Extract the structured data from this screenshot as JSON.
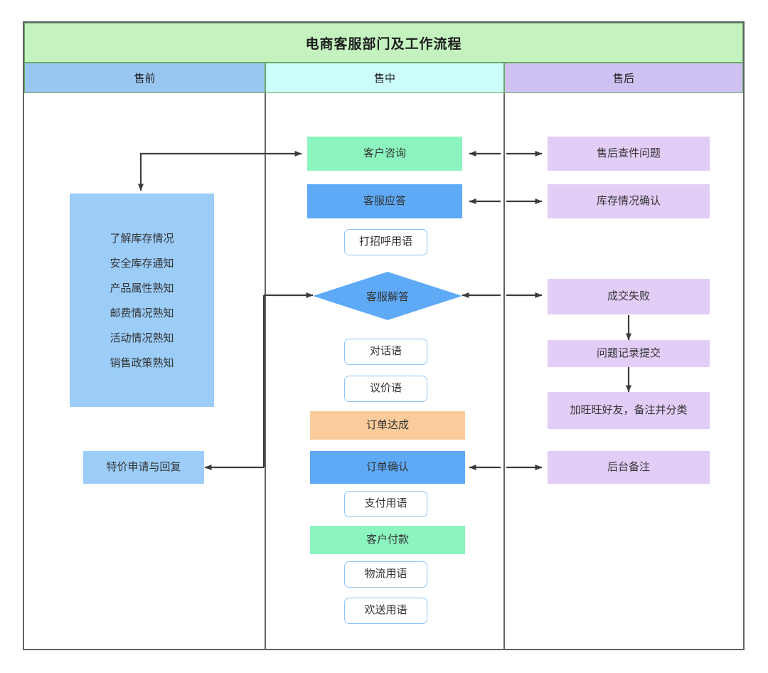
{
  "diagram": {
    "title": "电商客服部门及工作流程",
    "lanes": [
      {
        "id": "pre",
        "label": "售前",
        "color": "#9ac7f2"
      },
      {
        "id": "mid",
        "label": "售中",
        "color": "#ccfdfb"
      },
      {
        "id": "post",
        "label": "售后",
        "color": "#cfc2f2"
      }
    ],
    "pre": {
      "knowledge_list": [
        "了解库存情况",
        "安全库存通知",
        "产品属性熟知",
        "邮费情况熟知",
        "活动情况熟知",
        "销售政策熟知"
      ],
      "special_price": "特价申请与回复"
    },
    "mid": {
      "customer_inquiry": "客户咨询",
      "service_reply": "客服应答",
      "greeting_script": "打招呼用语",
      "service_answer": "客服解答",
      "dialog_script": "对话语",
      "bargain_script": "议价语",
      "order_done": "订单达成",
      "order_confirm": "订单确认",
      "payment_script": "支付用语",
      "customer_payment": "客户付款",
      "logistics_script": "物流用语",
      "farewell_script": "欢送用语"
    },
    "post": {
      "aftersale_query": "售后查件问题",
      "stock_confirm": "库存情况确认",
      "deal_failed": "成交失败",
      "issue_record": "问题记录提交",
      "add_friend": "加旺旺好友，备注并分类",
      "backend_note": "后台备注"
    },
    "colors": {
      "title_fill": "#c5f3c0",
      "green": "#8cf5bf",
      "blue": "#5eaaf7",
      "light_blue": "#9ccdf9",
      "purple": "#e2cdf7",
      "orange": "#fbcb9b",
      "line": "#3c3c3c",
      "frame": "#5f6368"
    }
  }
}
